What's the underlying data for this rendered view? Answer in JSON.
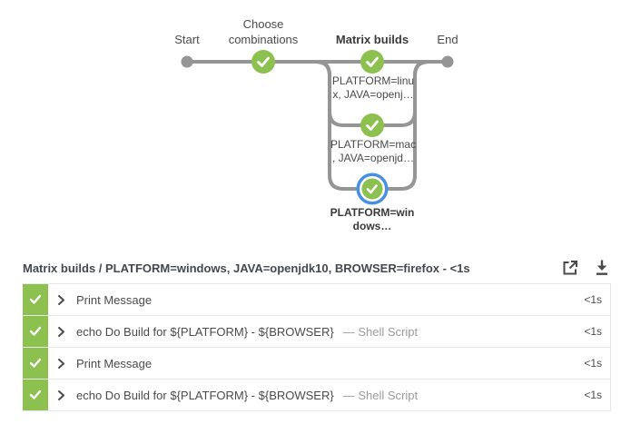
{
  "pipeline_graph": {
    "stages": [
      {
        "label": "Start"
      },
      {
        "label": "Choose combinations"
      },
      {
        "label": "Matrix builds",
        "selected": true
      },
      {
        "label": "End"
      }
    ],
    "branches": [
      {
        "status": "success",
        "label_line1": "PLATFORM=linu",
        "label_line2": "x, JAVA=openj…"
      },
      {
        "status": "success",
        "label_line1": "PLATFORM=mac",
        "label_line2": ", JAVA=openjd…"
      },
      {
        "status": "success",
        "label_line1": "PLATFORM=win",
        "label_line2": "dows…",
        "selected": true
      }
    ]
  },
  "steps_panel": {
    "title": "Matrix builds / PLATFORM=windows, JAVA=openjdk10, BROWSER=firefox - <1s",
    "rows": [
      {
        "status": "success",
        "title": "Print Message",
        "subtitle": "",
        "duration": "<1s"
      },
      {
        "status": "success",
        "title": "echo Do Build for ${PLATFORM} - ${BROWSER}",
        "subtitle": "— Shell Script",
        "duration": "<1s"
      },
      {
        "status": "success",
        "title": "Print Message",
        "subtitle": "",
        "duration": "<1s"
      },
      {
        "status": "success",
        "title": "echo Do Build for ${PLATFORM} - ${BROWSER}",
        "subtitle": "— Shell Script",
        "duration": "<1s"
      }
    ]
  },
  "colors": {
    "success_green": "#8CC04F",
    "line_gray": "#959595",
    "selected_ring_blue": "#4A90E2",
    "text_dark": "#4A4A4A",
    "text_muted": "#9B9B9B",
    "border_light": "#E7E7E7"
  }
}
